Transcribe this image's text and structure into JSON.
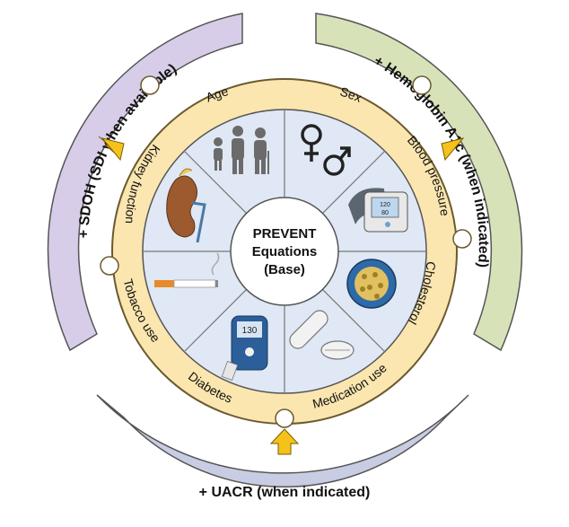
{
  "center": {
    "line1": "PREVENT",
    "line2": "Equations",
    "line3": "(Base)"
  },
  "factors": [
    "Age",
    "Sex",
    "Blood pressure",
    "Cholesterol",
    "Medication use",
    "Diabetes",
    "Tobacco use",
    "Kidney function"
  ],
  "addons": {
    "sdoh": "+ SDOH (SDI when available)",
    "hba1c": "+ Hemoglobin A1c (when indicated)",
    "uacr": "+ UACR (when indicated)"
  },
  "glucometer_reading": "130",
  "bp_monitor_reading": "120 80",
  "colors": {
    "ring": "#fbe6b0",
    "ring_stroke": "#6b5a2e",
    "inner": "#dfe8f4",
    "sdoh_band": "#d8cde8",
    "hba1c_band": "#d7e2b9",
    "uacr_band": "#c9cde3",
    "arrow": "#f5c21b"
  },
  "icons": [
    "family-icon",
    "sex-symbols-icon",
    "blood-pressure-monitor-icon",
    "cholesterol-particle-icon",
    "pills-icon",
    "glucometer-icon",
    "cigarette-icon",
    "kidney-icon"
  ]
}
